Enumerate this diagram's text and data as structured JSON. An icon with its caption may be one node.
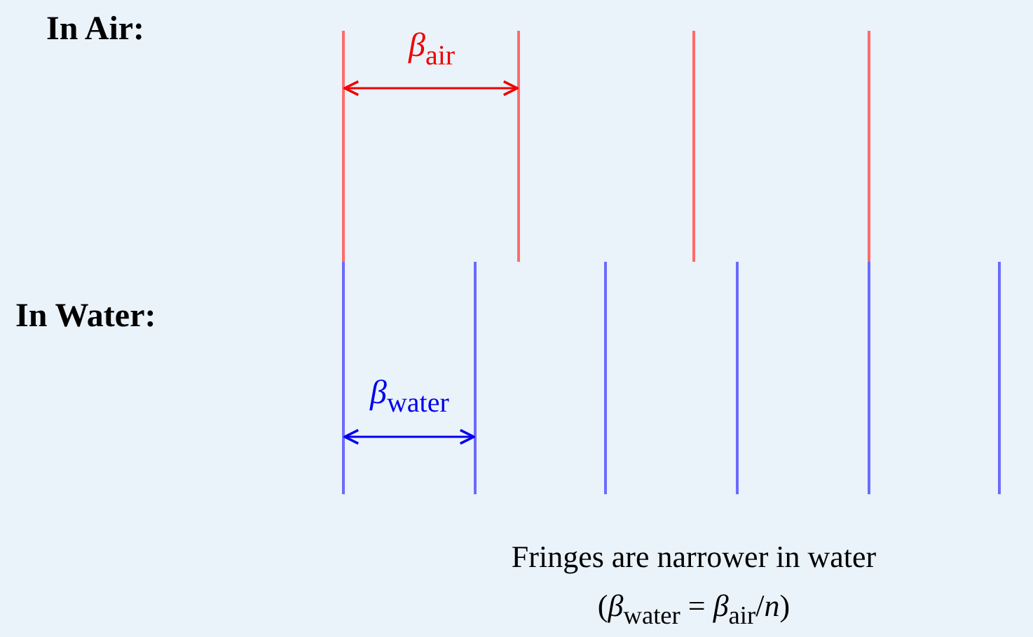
{
  "diagram": {
    "caption": "Fringes are narrower in water (*β*$_{water}$ = *β*$_{air}$/*n*)",
    "labels": [
      "In Air:",
      "In Water:",
      "*β*$_{air}$",
      "*β*$_{water}$"
    ]
  }
}
